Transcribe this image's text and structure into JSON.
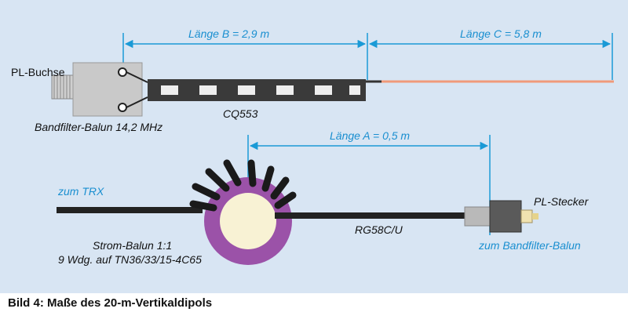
{
  "labels": {
    "laenge_b": "Länge B = 2,9 m",
    "laenge_c": "Länge C = 5,8 m",
    "laenge_a": "Länge A = 0,5 m",
    "pl_buchse": "PL-Buchse",
    "bandfilter_balun": "Bandfilter-Balun 14,2 MHz",
    "cq553": "CQ553",
    "zum_trx": "zum TRX",
    "strom_balun_1": "Strom-Balun 1:1",
    "strom_balun_2": "9 Wdg. auf TN36/33/15-4C65",
    "rg58": "RG58C/U",
    "pl_stecker": "PL-Stecker",
    "zum_bandfilter": "zum Bandfilter-Balun"
  },
  "caption": "Bild 4: Maße des 20-m-Vertikaldipols",
  "colors": {
    "background": "#d8e5f3",
    "dimension_line": "#1a9ad6",
    "label_blue": "#1a8fd0",
    "toroid": "#9b52a8",
    "toroid_core": "#f8f2d4",
    "radiator_wire": "#f09a7a",
    "cable": "#222222"
  }
}
